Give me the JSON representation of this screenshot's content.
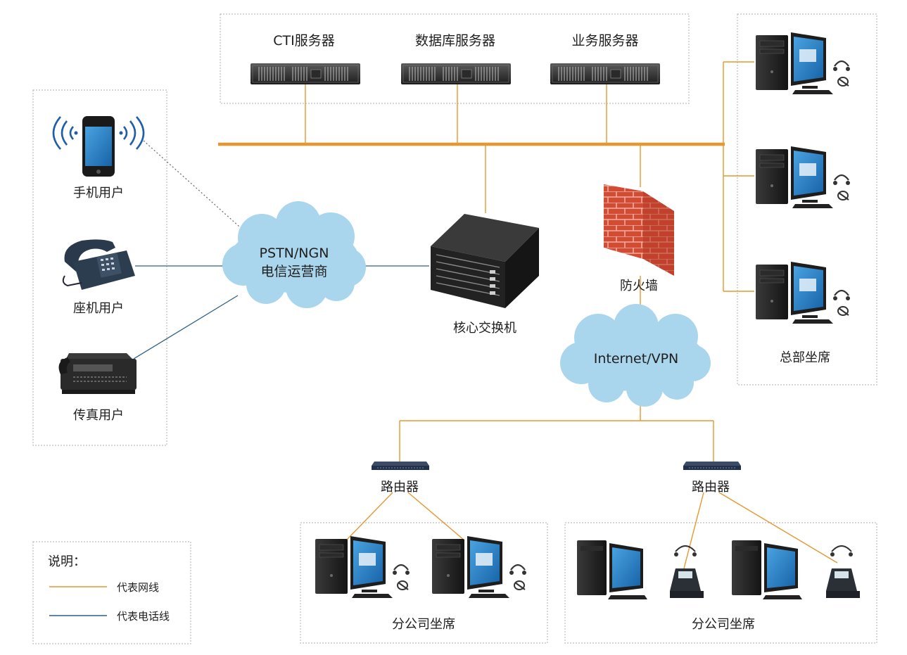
{
  "servers": {
    "cti": "CTI服务器",
    "database": "数据库服务器",
    "business": "业务服务器"
  },
  "users": {
    "mobile": "手机用户",
    "landline": "座机用户",
    "fax": "传真用户"
  },
  "clouds": {
    "pstn_line1": "PSTN/NGN",
    "pstn_line2": "电信运营商",
    "internet": "Internet/VPN"
  },
  "core_switch": "核心交换机",
  "firewall": "防火墙",
  "hq_seats": "总部坐席",
  "routers": {
    "left": "路由器",
    "right": "路由器"
  },
  "branch_seats": {
    "left": "分公司坐席",
    "right": "分公司坐席"
  },
  "legend": {
    "title": "说明：",
    "network_line": "代表网线",
    "phone_line": "代表电话线"
  },
  "colors": {
    "network_line": "#e8962e",
    "phone_line": "#2f5f86",
    "cloud": "#a9d6ec",
    "firewall": "#d04a35",
    "border_dotted": "#bdbdbd"
  }
}
